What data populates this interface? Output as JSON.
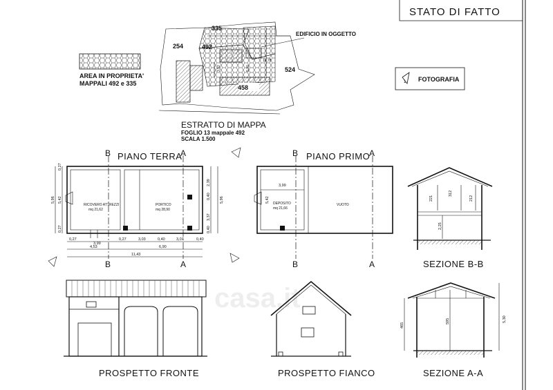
{
  "header": {
    "title": "STATO DI FATTO"
  },
  "legend": {
    "area_line1": "AREA IN PROPRIETA'",
    "area_line2": "MAPPALI 492 e 335",
    "photo_label": "FOTOGRAFIA"
  },
  "map": {
    "parcels": [
      "335",
      "254",
      "492",
      "524",
      "458"
    ],
    "building_label": "EDIFICIO IN OGGETTO",
    "title": "ESTRATTO DI MAPPA",
    "sheet_line": "FOGLIO 13 mappale 492",
    "scale_line": "SCALA 1.500",
    "dims": [
      "10,78",
      "5,30",
      "3,52"
    ]
  },
  "ground_floor": {
    "title": "PIANO TERRA",
    "room1_name": "RICOVERO ATTREZZI",
    "room1_area": "mq 21,62",
    "room2_name": "PORTICO",
    "room2_area": "mq 28,90",
    "dims_bottom": [
      "0,27",
      "3,99",
      "0,27",
      "3,03",
      "0,40",
      "3,07",
      "0,40"
    ],
    "dims_total": [
      "4,53",
      "6,90",
      "11,43"
    ],
    "dims_left": [
      "0,27",
      "5,42",
      "0,27",
      "5,96"
    ],
    "dims_right": [
      "2,39",
      "0,40",
      "3,37",
      "0,40",
      "5,96"
    ]
  },
  "first_floor": {
    "title": "PIANO PRIMO",
    "room1_name": "DEPOSITO",
    "room1_area": "mq 21,66",
    "room2_name": "VUOTO",
    "width_dim": "3,99",
    "height_dim": "5,42"
  },
  "section_marks": {
    "b": "B",
    "a": "A"
  },
  "section_bb": {
    "title": "SEZIONE B-B",
    "dims": [
      "221",
      "312",
      "212",
      "2,25"
    ]
  },
  "section_aa": {
    "title": "SEZIONE A-A",
    "dims": [
      "465",
      "595",
      "5,30"
    ]
  },
  "elevations": {
    "front": "PROSPETTO FRONTE",
    "side": "PROSPETTO FIANCO"
  },
  "watermark": {
    "text": "casa.it"
  }
}
